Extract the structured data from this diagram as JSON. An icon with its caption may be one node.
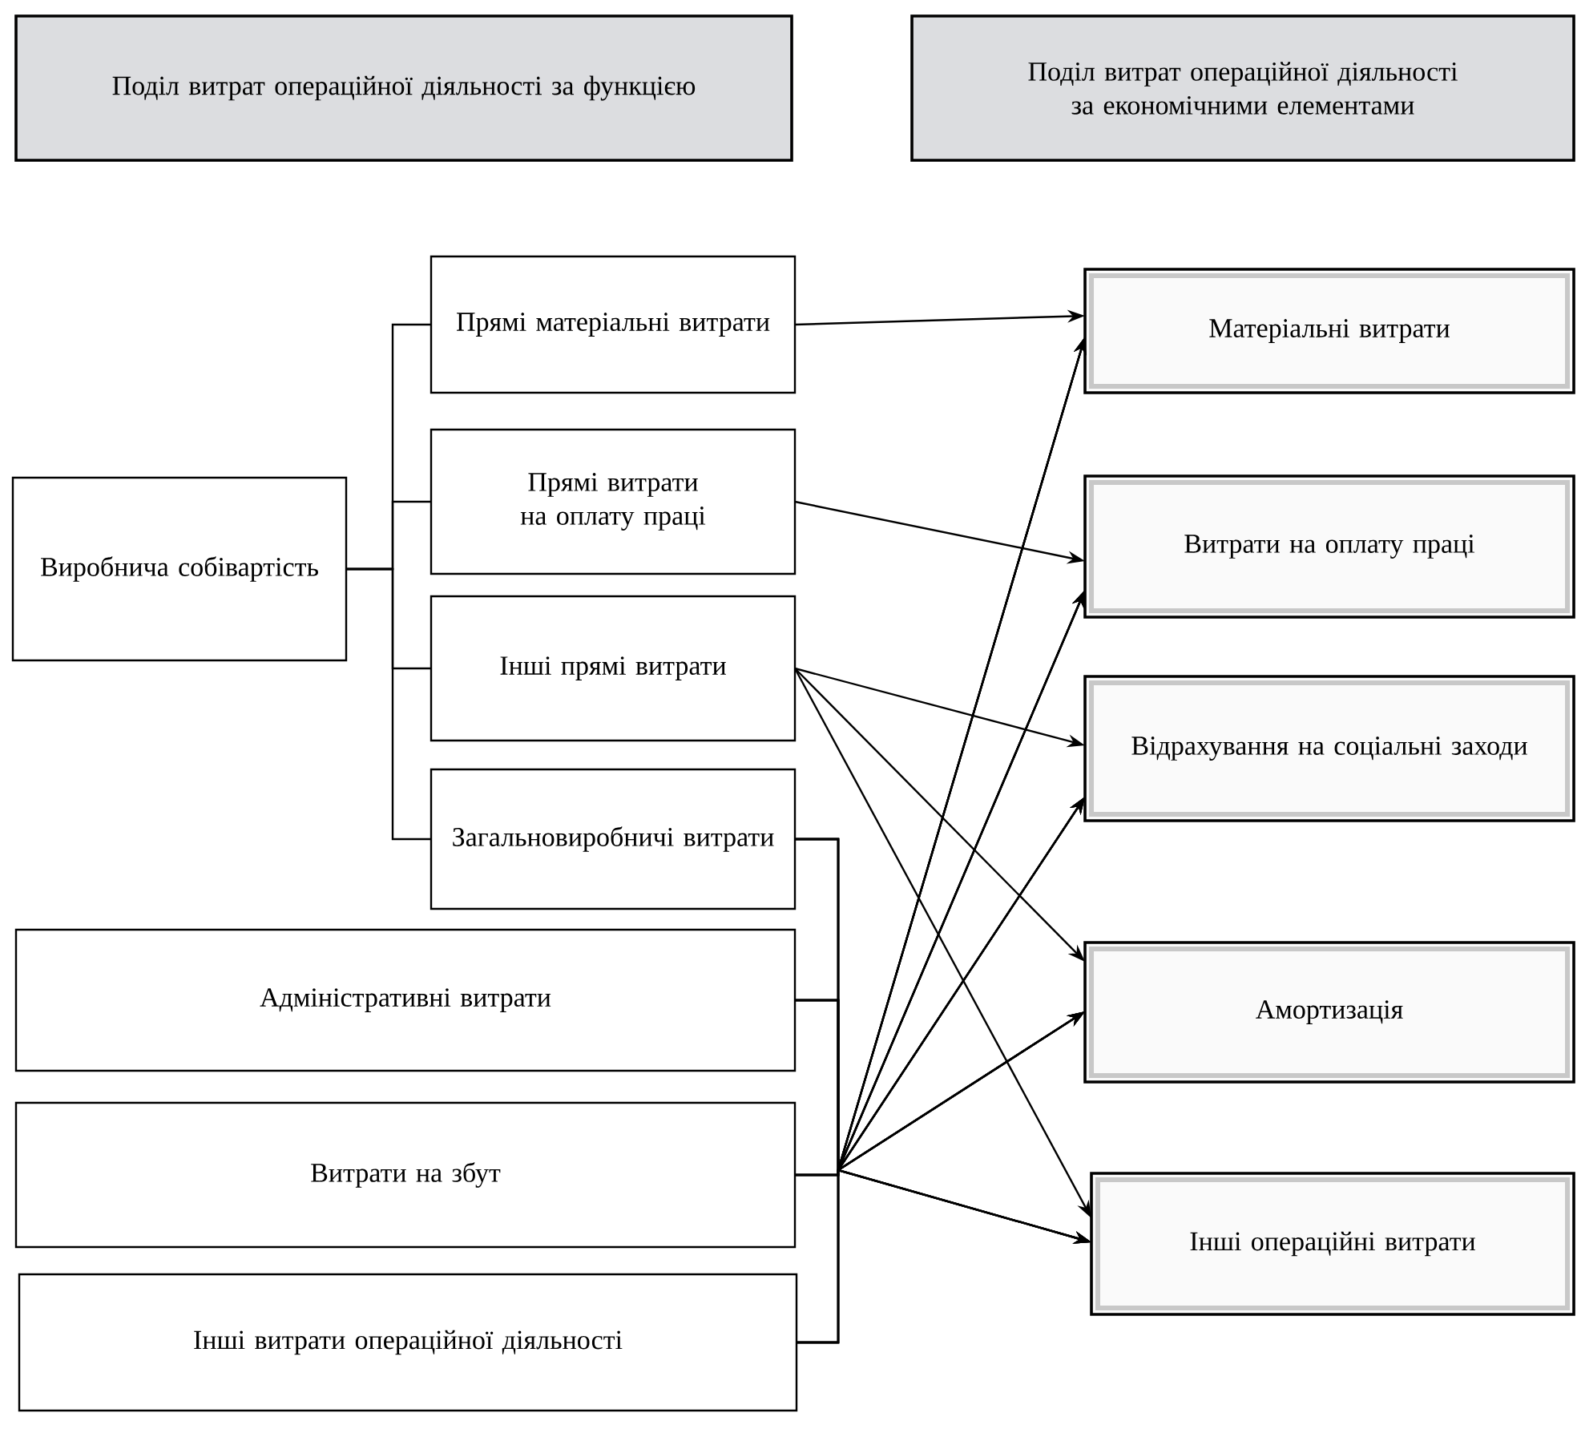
{
  "diagram": {
    "nodes": [
      {
        "text": [
          "Поділ витрат операційної діяльності за функцією"
        ]
      },
      {
        "text": [
          "Поділ витрат операційної діяльності за економічними елементами"
        ]
      },
      {
        "text": [
          "Виробнича собівартість"
        ]
      },
      {
        "text": [
          "Прямі матеріальні витрати"
        ]
      },
      {
        "text": [
          "Прямі витрати на оплату праці"
        ]
      },
      {
        "text": [
          "Інші прямі витрати"
        ]
      },
      {
        "text": [
          "Загальновиробничі витрати"
        ]
      },
      {
        "text": [
          "Адміністративні витрати"
        ]
      },
      {
        "text": [
          "Витрати на збут"
        ]
      },
      {
        "text": [
          "Інші витрати операційної діяльності"
        ]
      },
      {
        "text": [
          "Матеріальні витрати"
        ]
      },
      {
        "text": [
          "Витрати на оплату праці"
        ]
      },
      {
        "text": [
          "Відрахування на соціальні заходи"
        ]
      },
      {
        "text": [
          "Амортизація"
        ]
      },
      {
        "text": [
          "Інші операційні витрати"
        ]
      }
    ],
    "edges": [
      {
        "from": 2,
        "to": 3,
        "arrow": "none"
      },
      {
        "from": 2,
        "to": 4,
        "arrow": "none"
      },
      {
        "from": 2,
        "to": 5,
        "arrow": "none"
      },
      {
        "from": 2,
        "to": 6,
        "arrow": "none"
      },
      {
        "from": 3,
        "to": 10,
        "arrow": "to"
      },
      {
        "from": 4,
        "to": 11,
        "arrow": "to"
      },
      {
        "from": 5,
        "to": 12,
        "arrow": "to"
      },
      {
        "from": 5,
        "to": 13,
        "arrow": "to"
      },
      {
        "from": 5,
        "to": 14,
        "arrow": "to"
      },
      {
        "from": 6,
        "to": 10,
        "arrow": "to"
      },
      {
        "from": 6,
        "to": 11,
        "arrow": "to"
      },
      {
        "from": 6,
        "to": 12,
        "arrow": "to"
      },
      {
        "from": 6,
        "to": 13,
        "arrow": "to"
      },
      {
        "from": 6,
        "to": 14,
        "arrow": "to"
      },
      {
        "from": 7,
        "to": 10,
        "arrow": "to"
      },
      {
        "from": 7,
        "to": 11,
        "arrow": "to"
      },
      {
        "from": 7,
        "to": 12,
        "arrow": "to"
      },
      {
        "from": 7,
        "to": 13,
        "arrow": "to"
      },
      {
        "from": 7,
        "to": 14,
        "arrow": "to"
      },
      {
        "from": 8,
        "to": 10,
        "arrow": "to"
      },
      {
        "from": 8,
        "to": 11,
        "arrow": "to"
      },
      {
        "from": 8,
        "to": 12,
        "arrow": "to"
      },
      {
        "from": 8,
        "to": 13,
        "arrow": "to"
      },
      {
        "from": 8,
        "to": 14,
        "arrow": "to"
      },
      {
        "from": 9,
        "to": 10,
        "arrow": "to"
      },
      {
        "from": 9,
        "to": 11,
        "arrow": "to"
      },
      {
        "from": 9,
        "to": 12,
        "arrow": "to"
      },
      {
        "from": 9,
        "to": 13,
        "arrow": "to"
      },
      {
        "from": 9,
        "to": 14,
        "arrow": "to"
      }
    ]
  }
}
